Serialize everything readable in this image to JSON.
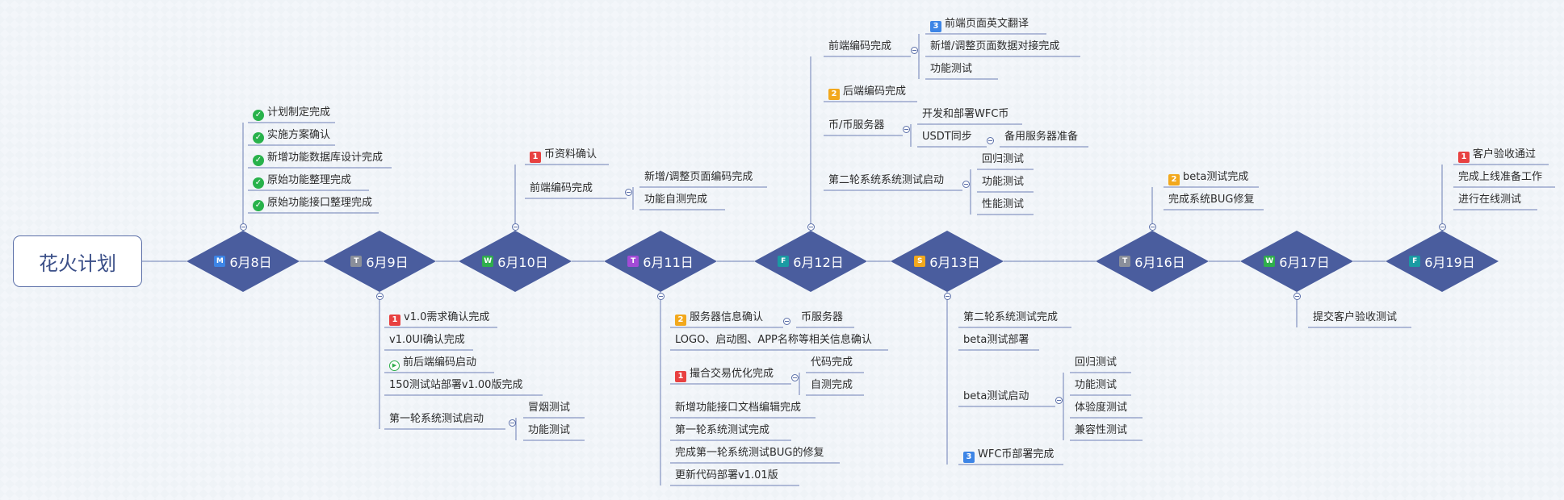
{
  "root": {
    "title": "花火计划"
  },
  "colors": {
    "diamond": "#4a5d9e",
    "line": "#6e7fb5",
    "red": "#e84141",
    "orange": "#f2a81d",
    "blue": "#3d85e6",
    "green": "#2fae4c",
    "purple": "#a34bd6",
    "gray": "#8a8f9a",
    "teal": "#1a9ba3",
    "check": "#28b24b"
  },
  "days": [
    {
      "label": "6月8日",
      "badge": "M",
      "badge_color": "#3d85e6"
    },
    {
      "label": "6月9日",
      "badge": "T",
      "badge_color": "#8a8f9a"
    },
    {
      "label": "6月10日",
      "badge": "W",
      "badge_color": "#2fae4c"
    },
    {
      "label": "6月11日",
      "badge": "T",
      "badge_color": "#a34bd6"
    },
    {
      "label": "6月12日",
      "badge": "F",
      "badge_color": "#1a9ba3"
    },
    {
      "label": "6月13日",
      "badge": "S",
      "badge_color": "#f2a81d"
    },
    {
      "label": "6月16日",
      "badge": "T",
      "badge_color": "#8a8f9a"
    },
    {
      "label": "6月17日",
      "badge": "W",
      "badge_color": "#2fae4c"
    },
    {
      "label": "6月19日",
      "badge": "F",
      "badge_color": "#1a9ba3"
    }
  ],
  "icons": {
    "check": "check-circle-icon",
    "play": "play-circle-icon",
    "priority": "priority-badge-icon",
    "day": "day-badge-icon"
  },
  "nodes": {
    "d1_t1": {
      "text": "计划制定完成",
      "icon": "check"
    },
    "d1_t2": {
      "text": "实施方案确认",
      "icon": "check"
    },
    "d1_t3": {
      "text": "新增功能数据库设计完成",
      "icon": "check"
    },
    "d1_t4": {
      "text": "原始功能整理完成",
      "icon": "check"
    },
    "d1_t5": {
      "text": "原始功能接口整理完成",
      "icon": "check"
    },
    "d2_b1": {
      "text": "v1.0需求确认完成",
      "icon": "1"
    },
    "d2_b2": {
      "text": "v1.0UI确认完成"
    },
    "d2_b3": {
      "text": "前后端编码启动",
      "icon": "play"
    },
    "d2_b4": {
      "text": "150测试站部署v1.00版完成"
    },
    "d2_b5": {
      "text": "第一轮系统测试启动"
    },
    "d2_b5a": {
      "text": "冒烟测试"
    },
    "d2_b5b": {
      "text": "功能测试"
    },
    "d3_t1": {
      "text": "币资料确认",
      "icon": "1"
    },
    "d3_t2": {
      "text": "前端编码完成"
    },
    "d3_t2a": {
      "text": "新增/调整页面编码完成"
    },
    "d3_t2b": {
      "text": "功能自测完成"
    },
    "d4_b1": {
      "text": "服务器信息确认",
      "icon": "2"
    },
    "d4_b1a": {
      "text": "币服务器"
    },
    "d4_b2": {
      "text": "LOGO、启动图、APP名称等相关信息确认"
    },
    "d4_b3": {
      "text": "撮合交易优化完成",
      "icon": "1"
    },
    "d4_b3a": {
      "text": "代码完成"
    },
    "d4_b3b": {
      "text": "自测完成"
    },
    "d4_b4": {
      "text": "新增功能接口文档编辑完成"
    },
    "d4_b5": {
      "text": "第一轮系统测试完成"
    },
    "d4_b6": {
      "text": "完成第一轮系统测试BUG的修复"
    },
    "d4_b7": {
      "text": "更新代码部署v1.01版"
    },
    "d5_t1": {
      "text": "前端编码完成"
    },
    "d5_t1a": {
      "text": "前端页面英文翻译",
      "icon": "3"
    },
    "d5_t1b": {
      "text": "新增/调整页面数据对接完成"
    },
    "d5_t1c": {
      "text": "功能测试"
    },
    "d5_t2": {
      "text": "后端编码完成",
      "icon": "2"
    },
    "d5_t3": {
      "text": "币/币服务器"
    },
    "d5_t3a": {
      "text": "开发和部署WFC币"
    },
    "d5_t3b": {
      "text": "USDT同步"
    },
    "d5_t3b1": {
      "text": "备用服务器准备"
    },
    "d5_t4": {
      "text": "第二轮系统系统测试启动"
    },
    "d5_t4a": {
      "text": "回归测试"
    },
    "d5_t4b": {
      "text": "功能测试"
    },
    "d5_t4c": {
      "text": "性能测试"
    },
    "d6_b1": {
      "text": "第二轮系统测试完成"
    },
    "d6_b2": {
      "text": "beta测试部署"
    },
    "d6_b3": {
      "text": "beta测试启动"
    },
    "d6_b3a": {
      "text": "回归测试"
    },
    "d6_b3b": {
      "text": "功能测试"
    },
    "d6_b3c": {
      "text": "体验度测试"
    },
    "d6_b3d": {
      "text": "兼容性测试"
    },
    "d6_b4": {
      "text": "WFC币部署完成",
      "icon": "3"
    },
    "d7_t1": {
      "text": "beta测试完成",
      "icon": "2"
    },
    "d7_t2": {
      "text": "完成系统BUG修复"
    },
    "d8_b1": {
      "text": "提交客户验收测试"
    },
    "d9_t1": {
      "text": "客户验收通过",
      "icon": "1"
    },
    "d9_t2": {
      "text": "完成上线准备工作"
    },
    "d9_t3": {
      "text": "进行在线测试"
    }
  }
}
